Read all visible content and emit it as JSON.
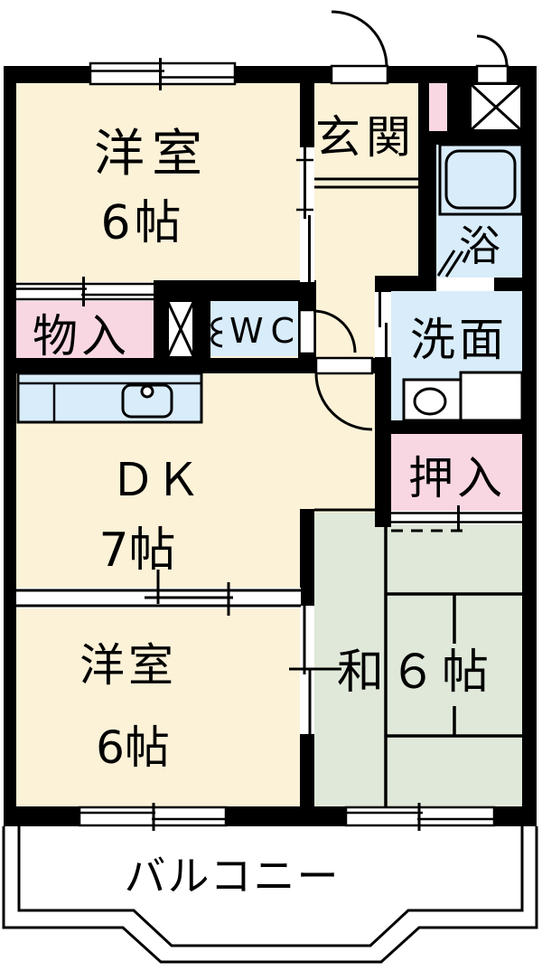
{
  "plan_type": "floor-plan",
  "rooms": {
    "western_room_1": {
      "name": "洋室",
      "size": "6帖"
    },
    "entrance": {
      "name": "玄関"
    },
    "bath": {
      "name": "浴"
    },
    "storage": {
      "name": "物入"
    },
    "toilet": {
      "name": "WC"
    },
    "washroom": {
      "name": "洗面"
    },
    "dining_kitchen": {
      "name": "ＤＫ",
      "size": "7帖"
    },
    "closet": {
      "name": "押入"
    },
    "japanese_room": {
      "name": "和６帖"
    },
    "western_room_2": {
      "name": "洋室",
      "size": "6帖"
    },
    "balcony": {
      "name": "バルコニー"
    }
  },
  "icons": [
    "bathtub-icon",
    "kitchen-sink-icon",
    "faucet-icon",
    "toilet-icon",
    "washbasin-icon",
    "washing-machine-pan-icon",
    "pipe-space-x-icon",
    "door-swing-icon",
    "sliding-door-icon",
    "window-icon",
    "entrance-step-icon",
    "tatami-grid-icon"
  ],
  "colors": {
    "wall": "#000000",
    "floor_cream": "#FBF2D8",
    "closet_pink": "#F8D7E3",
    "wet_area_blue": "#D8ECFA",
    "tatami_green": "#DFE8D9",
    "background": "#FFFFFF"
  }
}
